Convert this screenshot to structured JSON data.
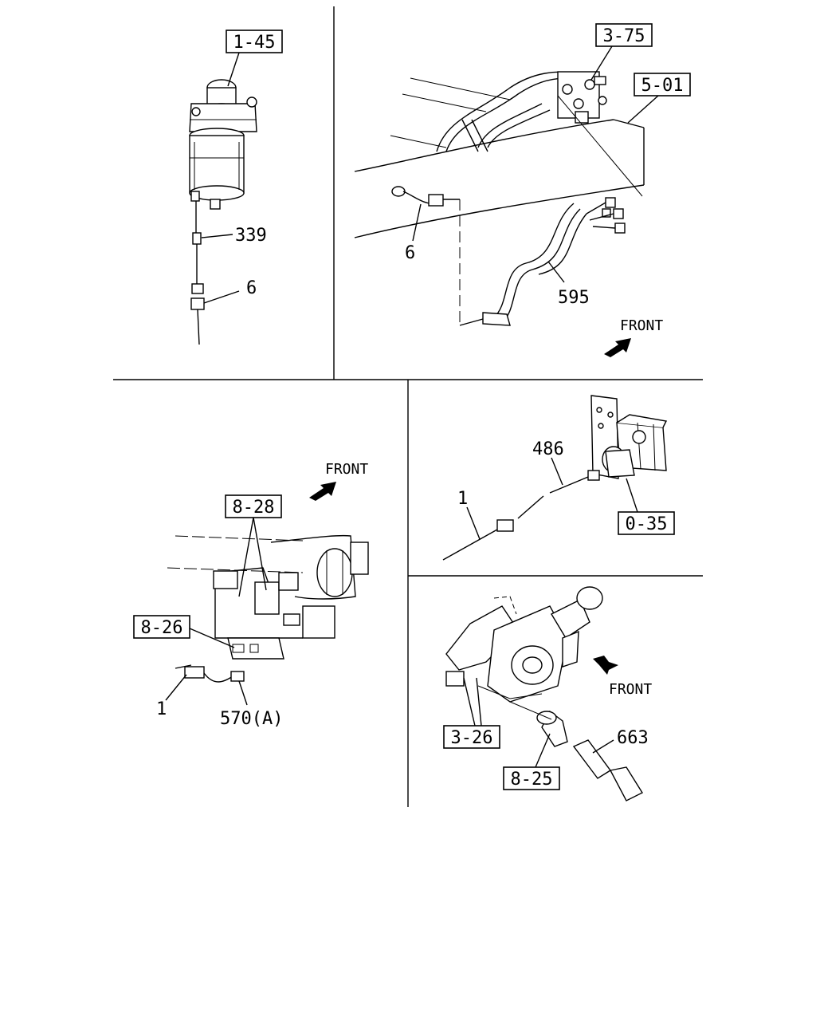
{
  "labels": {
    "ref_1_45": "1-45",
    "num_339": "339",
    "num_6_a": "6",
    "ref_3_75": "3-75",
    "ref_5_01": "5-01",
    "num_6_b": "6",
    "num_595": "595",
    "front_1": "FRONT",
    "front_2": "FRONT",
    "ref_8_28": "8-28",
    "ref_8_26": "8-26",
    "num_1_a": "1",
    "num_570a": "570(A)",
    "num_486": "486",
    "num_1_b": "1",
    "ref_0_35": "0-35",
    "front_3": "FRONT",
    "ref_3_26": "3-26",
    "ref_8_25": "8-25",
    "num_663": "663"
  }
}
